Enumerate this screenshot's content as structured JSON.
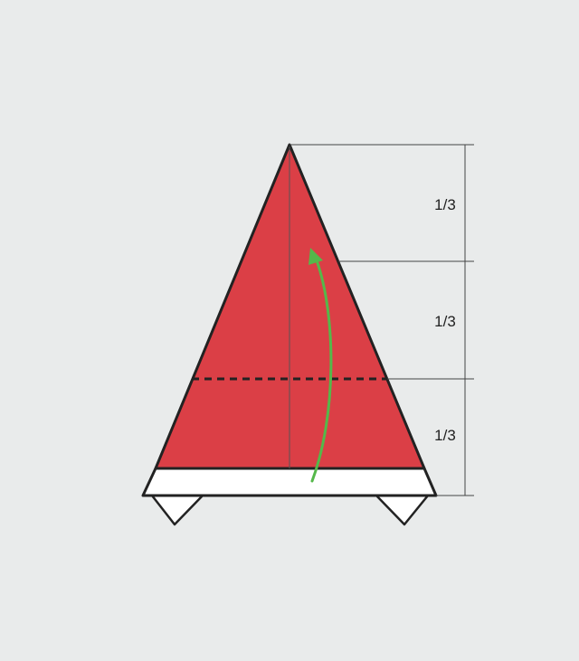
{
  "diagram": {
    "segment_labels": [
      "1/3",
      "1/3",
      "1/3"
    ],
    "colors": {
      "background": "#e9ebeb",
      "hat": "#db3f46",
      "brim": "#ffffff",
      "outline": "#222222",
      "arrow": "#55b84a"
    },
    "icons": {
      "fold_arrow": "curved-arrow-up-icon"
    }
  }
}
